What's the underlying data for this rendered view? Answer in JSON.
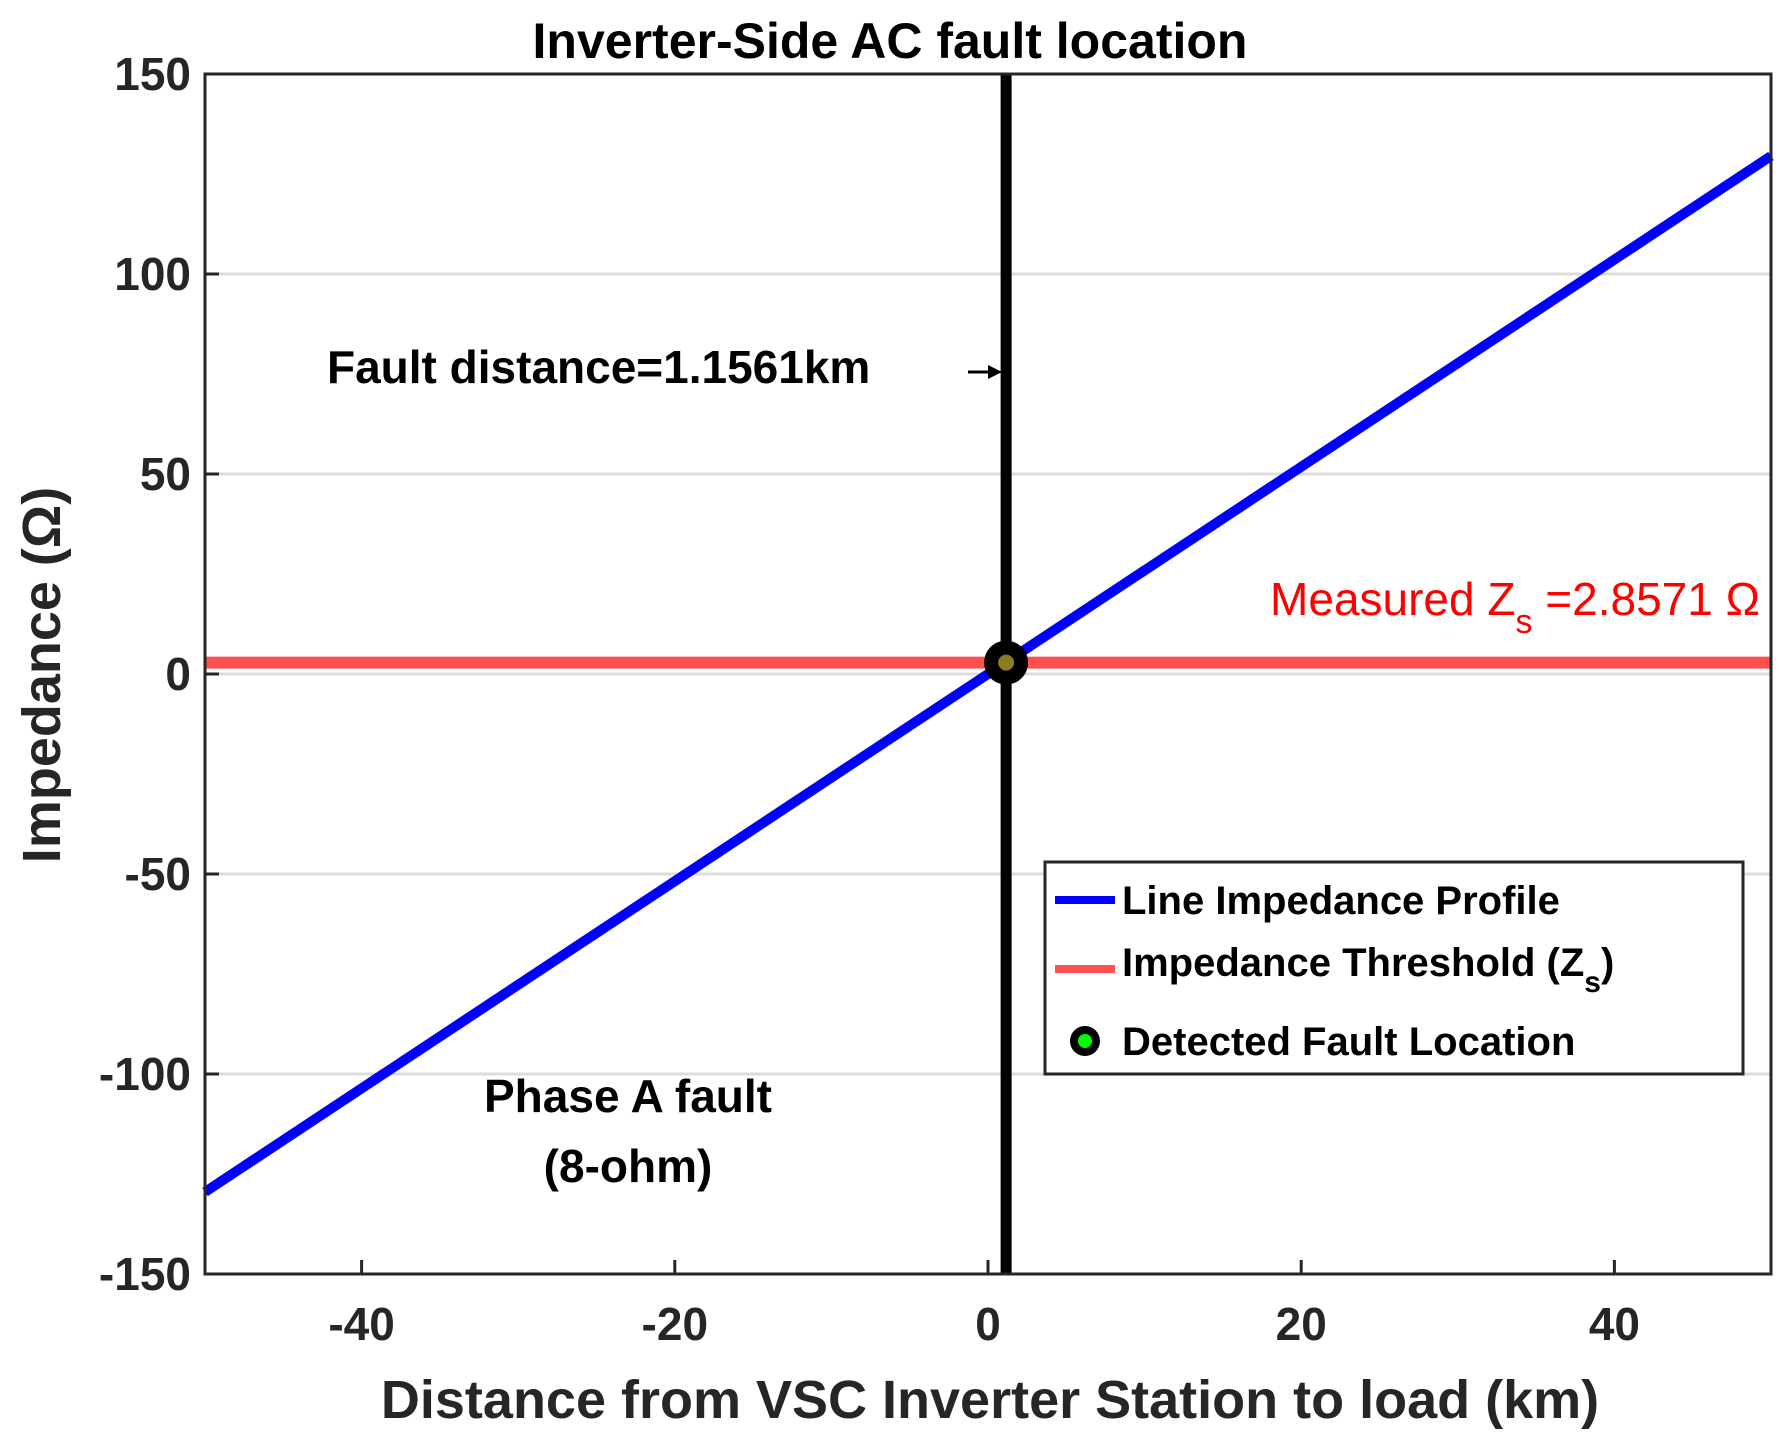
{
  "chart_data": {
    "type": "line",
    "title": "Inverter-Side AC fault location",
    "xlabel": "Distance from VSC Inverter Station to load (km)",
    "ylabel": "Impedance (Ω)",
    "xlim": [
      -50,
      50
    ],
    "ylim": [
      -150,
      150
    ],
    "xticks": [
      -40,
      -20,
      0,
      20,
      40
    ],
    "xtick_labels": [
      "-40",
      "-20",
      "0",
      "20",
      "40"
    ],
    "yticks": [
      150,
      100,
      50,
      0,
      -50,
      -100,
      -150
    ],
    "ytick_labels": [
      "150",
      "100",
      "50",
      "0",
      "-50",
      "-100",
      "-150"
    ],
    "grid": "horizontal",
    "series": [
      {
        "name": "Line Impedance Profile",
        "color": "#0000ff",
        "x": [
          -50,
          50
        ],
        "y": [
          -129.5,
          129.5
        ]
      },
      {
        "name": "Impedance Threshold (Zs)",
        "color": "#ff5050",
        "x": [
          -50,
          50
        ],
        "y": [
          2.8571,
          2.8571
        ]
      },
      {
        "name": "Detected Fault Location",
        "color": "#00ff00",
        "x": [
          1.1561
        ],
        "y": [
          2.8571
        ]
      }
    ],
    "vertical_line": {
      "x": 1.1561,
      "color": "#000000"
    },
    "annotations": {
      "fault_distance": "Fault distance=1.1561km",
      "measured_prefix": "Measured Z",
      "measured_sub": "s",
      "measured_suffix": " =2.8571 Ω",
      "phase_line1": "Phase A fault",
      "phase_line2": "(8-ohm)"
    },
    "legend": {
      "placement": "bottom-right",
      "entries": [
        {
          "label": "Line Impedance Profile"
        },
        {
          "label_main": " Impedance Threshold (Z",
          "label_sub": "s",
          "label_end": ")"
        },
        {
          "label": "Detected Fault Location"
        }
      ]
    }
  }
}
